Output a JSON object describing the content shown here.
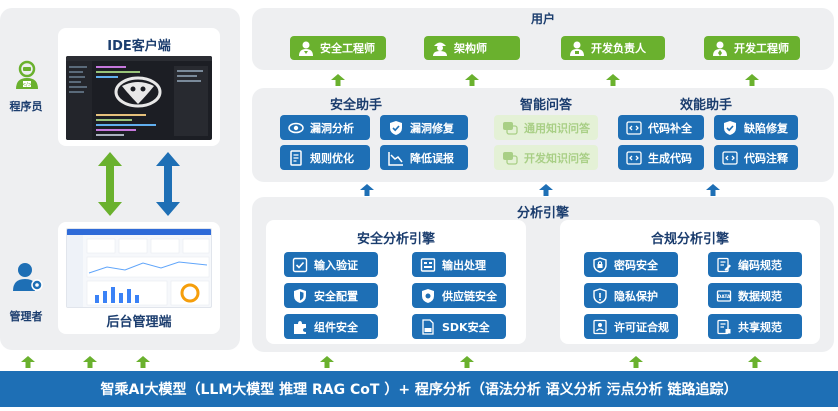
{
  "left": {
    "programmer_label": "程序员",
    "admin_label": "管理者",
    "ide_title": "IDE客户端",
    "backend_title": "后台管理端"
  },
  "users": {
    "title": "用户",
    "items": [
      "安全工程师",
      "架构师",
      "开发负责人",
      "开发工程师"
    ]
  },
  "assist": {
    "security": {
      "title": "安全助手",
      "items": [
        "漏洞分析",
        "漏洞修复",
        "规则优化",
        "降低误报"
      ]
    },
    "qa": {
      "title": "智能问答",
      "items": [
        "通用知识问答",
        "开发知识问答"
      ]
    },
    "efficiency": {
      "title": "效能助手",
      "items": [
        "代码补全",
        "缺陷修复",
        "生成代码",
        "代码注释"
      ]
    }
  },
  "engine": {
    "title": "分析引擎",
    "security": {
      "title": "安全分析引擎",
      "items": [
        "输入验证",
        "输出处理",
        "安全配置",
        "供应链安全",
        "组件安全",
        "SDK安全"
      ]
    },
    "compliance": {
      "title": "合规分析引擎",
      "items": [
        "密码安全",
        "编码规范",
        "隐私保护",
        "数据规范",
        "许可证合规",
        "共享规范"
      ]
    }
  },
  "bottom_bar": "智乘AI大模型（LLM大模型  推理 RAG CoT ）+ 程序分析（语法分析 语义分析 污点分析 链路追踪）",
  "colors": {
    "green": "#6ab12e",
    "blue": "#1e6fb5",
    "navy": "#1b3d6e",
    "panel": "#eeeff1"
  }
}
